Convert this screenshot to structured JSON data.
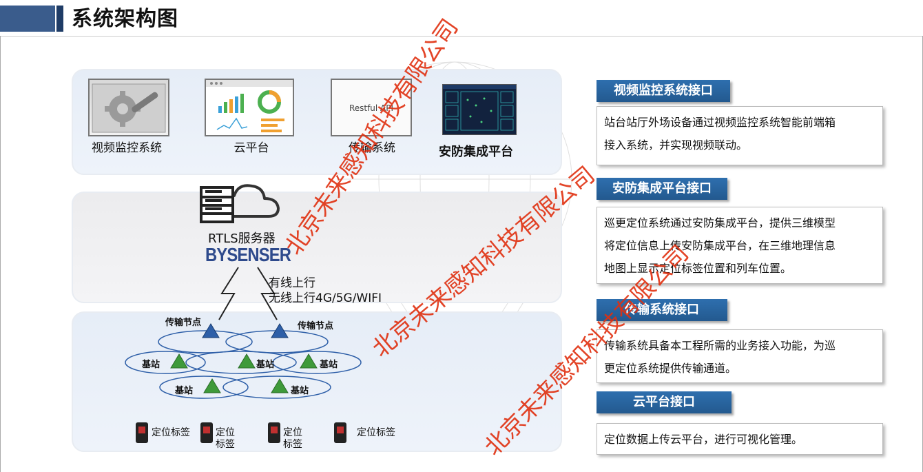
{
  "page": {
    "title": "系统架构图"
  },
  "top_systems": [
    {
      "label": "视频监控系统"
    },
    {
      "label": "云平台"
    },
    {
      "label": "传输系统",
      "box_text": "Restful API"
    },
    {
      "label": "安防集成平台"
    }
  ],
  "server": {
    "label": "RTLS服务器",
    "brand": "BYSENSER"
  },
  "uplink": {
    "wired": "有线上行",
    "wireless": "无线上行4G/5G/WIFI"
  },
  "network": {
    "transmission_node": "传输节点",
    "base_station": "基站",
    "tag": "定位标签",
    "tag_line1": "定位",
    "tag_line2": "标签"
  },
  "interfaces": [
    {
      "title": "视频监控系统接口",
      "desc_lines": [
        "站台站厅外场设备通过视频监控系统智能前端箱",
        "接入系统，并实现视频联动。"
      ]
    },
    {
      "title": "安防集成平台接口",
      "desc_lines": [
        "巡更定位系统通过安防集成平台，提供三维模型",
        "将定位信息上传安防集成平台，在三维地理信息",
        "地图上显示定位标签位置和列车位置。"
      ]
    },
    {
      "title": "传输系统接口",
      "desc_lines": [
        "传输系统具备本工程所需的业务接入功能，为巡",
        "更定位系统提供传输通道。"
      ]
    },
    {
      "title": "云平台接口",
      "desc_lines": [
        "定位数据上传云平台，进行可视化管理。"
      ]
    }
  ],
  "watermark": {
    "text": "北京未来感知科技有限公司"
  },
  "colors": {
    "accent": "#2e6fae",
    "watermark": "#e03010",
    "node_blue": "#2e5fa8",
    "station_green": "#3e9a3a"
  }
}
